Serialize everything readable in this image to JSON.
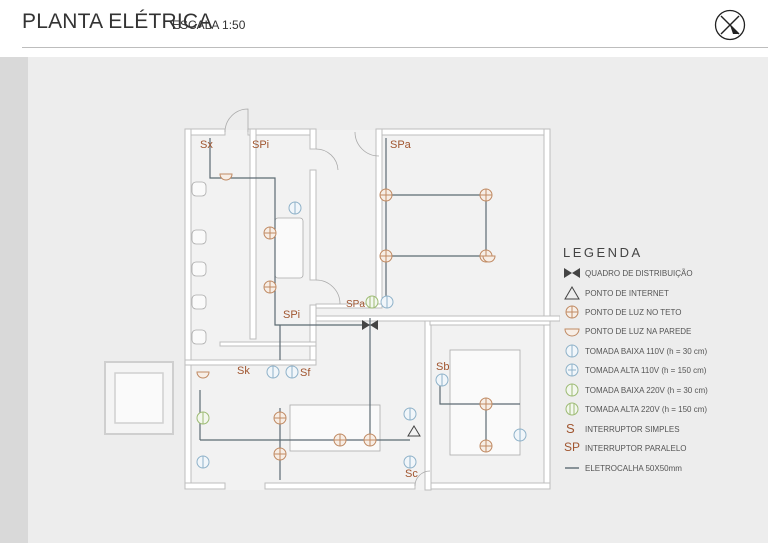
{
  "header": {
    "title": "PLANTA ELÉTRICA",
    "subtitle": "ESCALA 1:50"
  },
  "icons": {
    "compass": "north-arrow-icon",
    "quadro": "distribution-panel-icon",
    "internet": "internet-point-icon",
    "luz_teto": "ceiling-light-icon",
    "luz_parede": "wall-light-icon",
    "tomada": "outlet-icon",
    "interruptor": "switch-icon",
    "eletrocalha": "cable-tray-icon"
  },
  "colors": {
    "wire": "#5d6b73",
    "fixture": "#c08a63",
    "outlet_low": "#8fb2c9",
    "outlet_220": "#9dbb74",
    "label": "#a0552f"
  },
  "legend": {
    "title": "LEGENDA",
    "items": [
      "QUADRO DE DISTRIBUIÇÃO",
      "PONTO DE INTERNET",
      "PONTO DE LUZ NO TETO",
      "PONTO DE LUZ NA PAREDE",
      "TOMADA BAIXA 110V (h = 30 cm)",
      "TOMADA ALTA 110V (h = 150 cm)",
      "TOMADA BAIXA 220V (h = 30 cm)",
      "TOMADA ALTA 220V (h = 150 cm)",
      "INTERRUPTOR SIMPLES",
      "INTERRUPTOR PARALELO",
      "ELETROCALHA 50X50mm"
    ],
    "switch_simple_glyph": "S",
    "switch_parallel_glyph": "SP"
  },
  "plan": {
    "switch_labels": {
      "sx": "Sx",
      "sp_top": "SPi",
      "spa": "SPa",
      "spa_mid": "SPa",
      "sp_mid": "SPi",
      "sk": "Sk",
      "sf": "Sf",
      "sb": "Sb",
      "sc": "Sc"
    }
  }
}
